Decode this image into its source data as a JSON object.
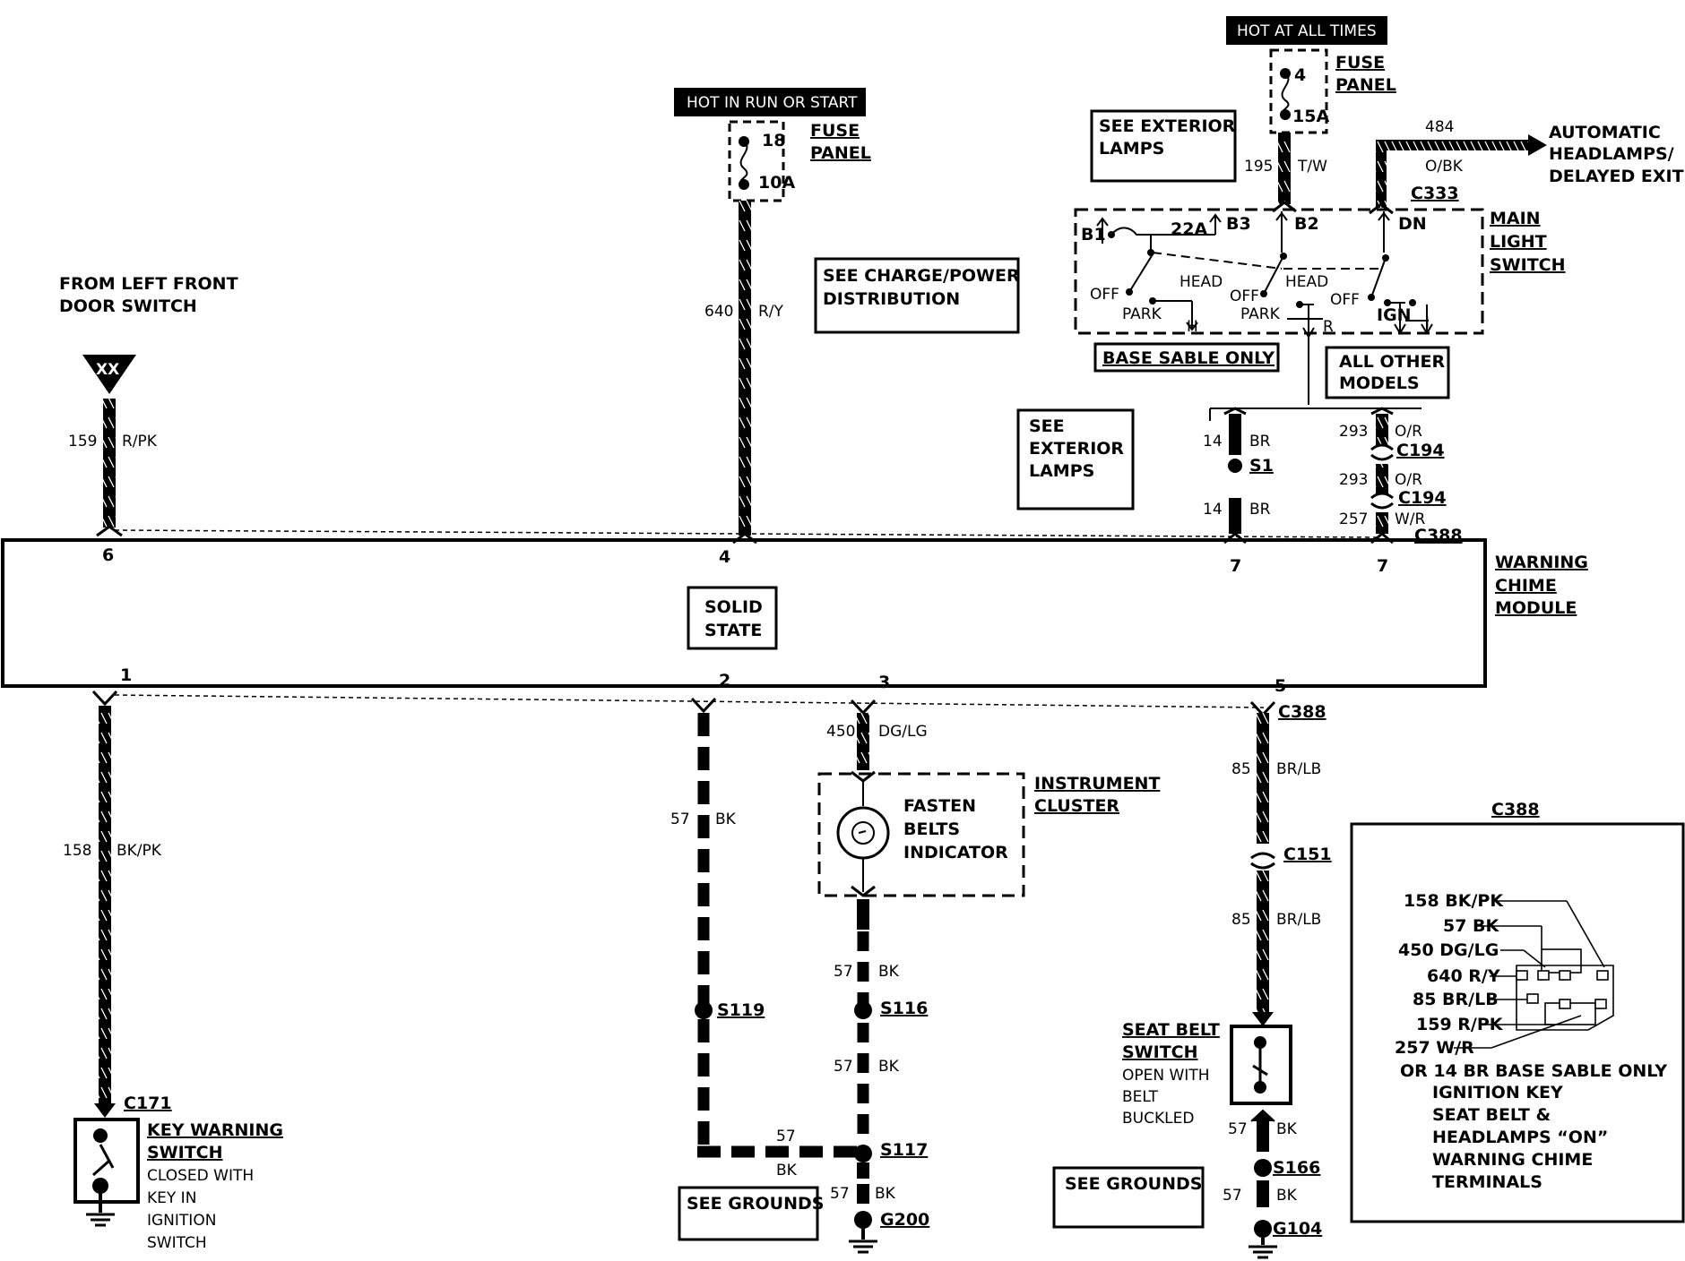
{
  "hot_run": "HOT IN RUN OR START",
  "hot_all": "HOT AT ALL TIMES",
  "fuse_panel_1": "FUSE",
  "fuse_panel_2": "PANEL",
  "fuse18": {
    "num": "18",
    "amp": "10A"
  },
  "fuse4": {
    "num": "4",
    "amp": "15A"
  },
  "from_door": [
    "FROM LEFT FRONT",
    "DOOR SWITCH"
  ],
  "xx": "XX",
  "see_charge": [
    "SEE CHARGE/POWER",
    "DISTRIBUTION"
  ],
  "see_ext1": [
    "SEE EXTERIOR",
    "LAMPS"
  ],
  "see_ext2": [
    "SEE",
    "EXTERIOR",
    "LAMPS"
  ],
  "auto_headlamps": [
    "AUTOMATIC",
    "HEADLAMPS/",
    "DELAYED EXIT"
  ],
  "main_light_switch": [
    "MAIN",
    "LIGHT",
    "SWITCH"
  ],
  "base_sable": "BASE SABLE ONLY",
  "all_other": [
    "ALL OTHER",
    "MODELS"
  ],
  "warning_chime": [
    "WARNING",
    "CHIME",
    "MODULE"
  ],
  "solid_state": [
    "SOLID",
    "STATE"
  ],
  "instrument_cluster": [
    "INSTRUMENT",
    "CLUSTER"
  ],
  "fasten_belts": [
    "FASTEN",
    "BELTS",
    "INDICATOR"
  ],
  "key_warning": [
    "KEY WARNING",
    "SWITCH"
  ],
  "key_warning_desc": [
    "CLOSED WITH",
    "KEY IN",
    "IGNITION",
    "SWITCH"
  ],
  "seat_belt": [
    "SEAT BELT",
    "SWITCH"
  ],
  "seat_belt_desc": [
    "OPEN WITH",
    "BELT",
    "BUCKLED"
  ],
  "see_grounds": "SEE GROUNDS",
  "switch_labels": {
    "b1": "B1",
    "a22": "22A",
    "b3": "B3",
    "b2": "B2",
    "dn": "DN",
    "off": "OFF",
    "head": "HEAD",
    "park": "PARK",
    "h": "H",
    "r": "R",
    "ign": "IGN",
    "i": "I"
  },
  "wires": {
    "w640": {
      "circuit": "640",
      "color": "R/Y"
    },
    "w159": {
      "circuit": "159",
      "color": "R/PK"
    },
    "w195": {
      "circuit": "195",
      "color": "T/W"
    },
    "w484": {
      "circuit": "484",
      "color": "O/BK"
    },
    "w14a": {
      "circuit": "14",
      "color": "BR"
    },
    "w14b": {
      "circuit": "14",
      "color": "BR"
    },
    "w293a": {
      "circuit": "293",
      "color": "O/R"
    },
    "w293b": {
      "circuit": "293",
      "color": "O/R"
    },
    "w257": {
      "circuit": "257",
      "color": "W/R"
    },
    "w158": {
      "circuit": "158",
      "color": "BK/PK"
    },
    "w57a": {
      "circuit": "57",
      "color": "BK"
    },
    "w450": {
      "circuit": "450",
      "color": "DG/LG"
    },
    "w57b": {
      "circuit": "57",
      "color": "BK"
    },
    "w57c": {
      "circuit": "57",
      "color": "BK"
    },
    "w57d": {
      "circuit": "57",
      "color": "BK"
    },
    "w57e": {
      "circuit": "57",
      "color": "BK"
    },
    "w85a": {
      "circuit": "85",
      "color": "BR/LB"
    },
    "w85b": {
      "circuit": "85",
      "color": "BR/LB"
    },
    "w57f": {
      "circuit": "57",
      "color": "BK"
    },
    "w57g": {
      "circuit": "57",
      "color": "BK"
    }
  },
  "connectors": {
    "c333": "C333",
    "c194a": "C194",
    "c194b": "C194",
    "c388a": "C388",
    "c388b": "C388",
    "c151": "C151",
    "c171": "C171",
    "s1": "S1",
    "s119": "S119",
    "s116": "S116",
    "s117": "S117",
    "s166": "S166",
    "g200": "G200",
    "g104": "G104"
  },
  "pins": {
    "p6": "6",
    "p4": "4",
    "p7a": "7",
    "p7b": "7",
    "p1": "1",
    "p2": "2",
    "p3": "3",
    "p5": "5"
  },
  "c388_inset": {
    "title": "C388",
    "wires": [
      "158 BK/PK",
      "57 BK",
      "450 DG/LG",
      "640 R/Y",
      "85 BR/LB",
      "159 R/PK",
      "257 W/R"
    ],
    "notes": [
      "OR 14 BR BASE SABLE ONLY",
      "IGNITION KEY",
      "SEAT BELT &",
      "HEADLAMPS “ON”",
      "WARNING CHIME",
      "TERMINALS"
    ]
  }
}
